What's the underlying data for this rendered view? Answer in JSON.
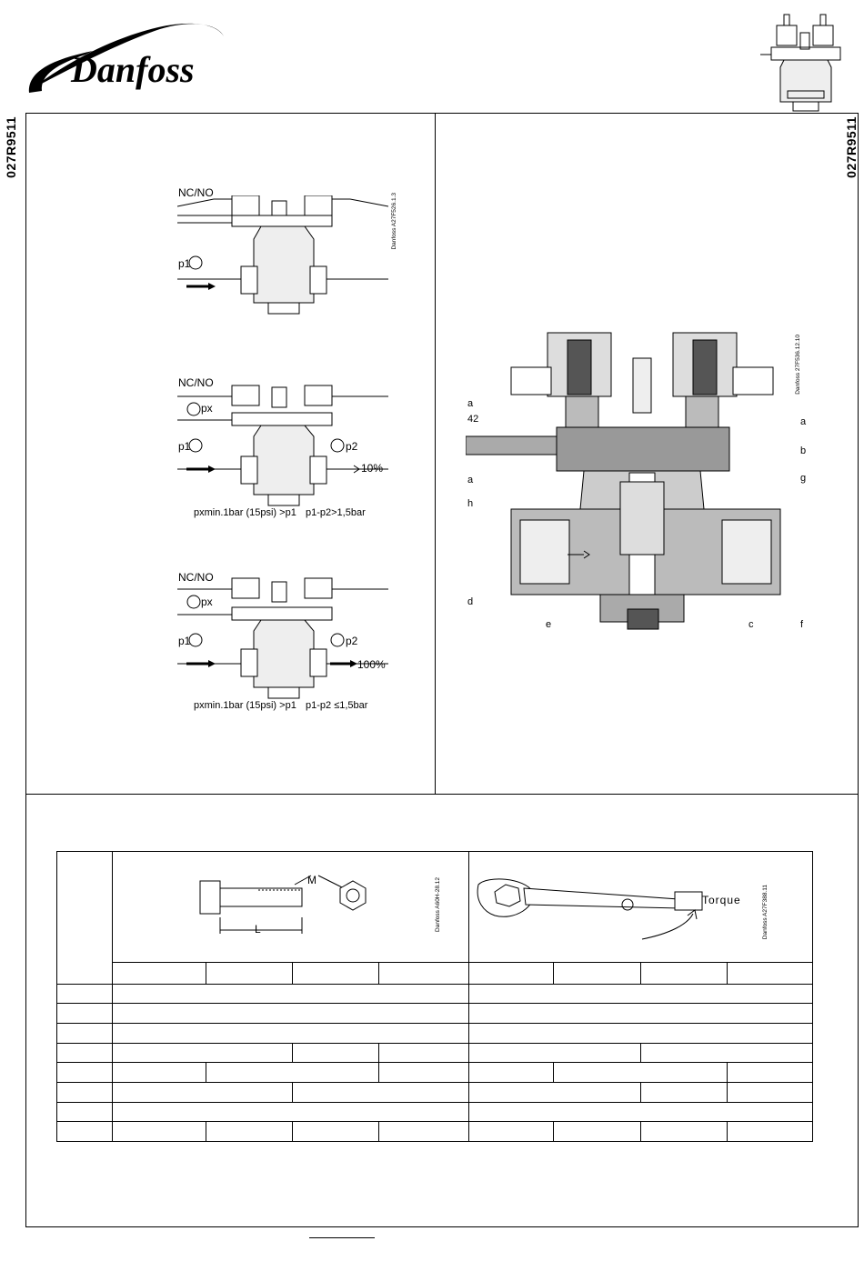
{
  "brand": {
    "name": "Danfoss"
  },
  "side_code": "027R9511",
  "diagrams": {
    "diagram1": {
      "mode": "NC/NO",
      "p1": "p1",
      "id": "Danfoss A27F526.1.3"
    },
    "diagram2": {
      "mode": "NC/NO",
      "px": "px",
      "p1": "p1",
      "p2": "p2",
      "flow": "10%",
      "condition_left": "pxmin.1bar (15psi) >p1",
      "condition_right": "p1-p2>1,5bar"
    },
    "diagram3": {
      "mode": "NC/NO",
      "px": "px",
      "p1": "p1",
      "p2": "p2",
      "flow": "100%",
      "condition_left": "pxmin.1bar (15psi) >p1",
      "condition_right": "p1-p2 ≤1,5bar"
    }
  },
  "section_drawing": {
    "id": "Danfoss 27F536.12.10",
    "labels_left": [
      "a",
      "42",
      "a",
      "h",
      "d",
      "e"
    ],
    "labels_right": [
      "a",
      "b",
      "g",
      "c",
      "f"
    ]
  },
  "table": {
    "bolt_labels": {
      "m": "M",
      "l": "L"
    },
    "bolt_id": "Danfoss A60H-28.12",
    "torque_label": "Torque",
    "torque_id": "Danfoss A27F388.11"
  }
}
